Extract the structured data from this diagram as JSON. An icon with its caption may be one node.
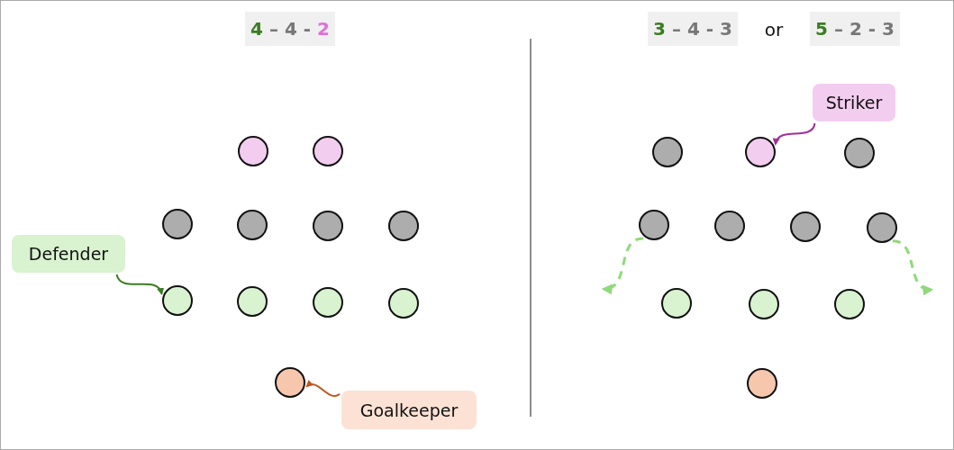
{
  "diagram": {
    "nodes": [
      {
        "text": [],
        "shape": "circle"
      },
      {
        "text": [],
        "shape": "circle"
      },
      {
        "text": [],
        "shape": "circle"
      },
      {
        "text": [],
        "shape": "circle"
      },
      {
        "text": [],
        "shape": "circle"
      },
      {
        "text": [],
        "shape": "circle"
      },
      {
        "text": [
          "Defender"
        ]
      },
      {
        "text": [],
        "shape": "circle"
      },
      {
        "text": [],
        "shape": "circle"
      },
      {
        "text": [],
        "shape": "circle"
      },
      {
        "text": [],
        "shape": "circle"
      },
      {
        "text": [],
        "shape": "circle"
      },
      {
        "text": [
          "Goalkeeper"
        ]
      },
      {
        "text": [
          "Striker"
        ]
      },
      {
        "text": [],
        "shape": "circle"
      },
      {
        "text": [],
        "shape": "circle"
      },
      {
        "text": [],
        "shape": "circle"
      },
      {
        "text": [],
        "shape": "circle"
      },
      {
        "text": [],
        "shape": "circle"
      },
      {
        "text": [],
        "shape": "circle"
      },
      {
        "text": [],
        "shape": "circle"
      },
      {
        "text": [],
        "shape": "circle"
      },
      {
        "text": [],
        "shape": "circle"
      },
      {
        "text": [],
        "shape": "circle"
      },
      {
        "text": [],
        "shape": "circle"
      }
    ],
    "edges": [
      {
        "from": 6,
        "to": 7,
        "arrow": "to",
        "color": "#3a7d22"
      },
      {
        "from": 12,
        "to": 11,
        "arrow": "to",
        "color": "#c0561e"
      },
      {
        "from": 13,
        "to": 15,
        "arrow": "to",
        "color": "#a0309a"
      },
      {
        "from": 17,
        "to": null,
        "arrow": "to",
        "style": "dashed",
        "color": "#8fd97a"
      },
      {
        "from": 20,
        "to": null,
        "arrow": "to",
        "style": "dashed",
        "color": "#8fd97a"
      }
    ],
    "labels": [
      "4 – 4 - 2",
      "3 – 4 - 3",
      "or",
      "5 – 2 - 3"
    ]
  }
}
